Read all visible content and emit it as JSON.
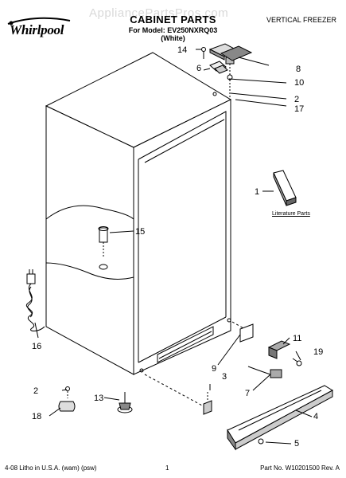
{
  "brand": {
    "logo_text": "Whirlpool"
  },
  "watermark": "AppliancePartsPros.com",
  "header": {
    "title": "CABINET PARTS",
    "model_line": "For Model: EV250NXRQ03",
    "color_line": "(White)",
    "product_type": "VERTICAL FREEZER"
  },
  "callouts": {
    "c1": "1",
    "c2a": "2",
    "c2b": "2",
    "c3": "3",
    "c4": "4",
    "c5": "5",
    "c6": "6",
    "c7": "7",
    "c8": "8",
    "c9": "9",
    "c10": "10",
    "c11": "11",
    "c13": "13",
    "c14": "14",
    "c15": "15",
    "c16": "16",
    "c17": "17",
    "c18": "18",
    "c19": "19"
  },
  "literature_label": "Literature Parts",
  "footer": {
    "print_info": "4-08 Litho in U.S.A. (wam) (psw)",
    "page_number": "1",
    "part_number": "Part No. W10201500 Rev. A"
  }
}
